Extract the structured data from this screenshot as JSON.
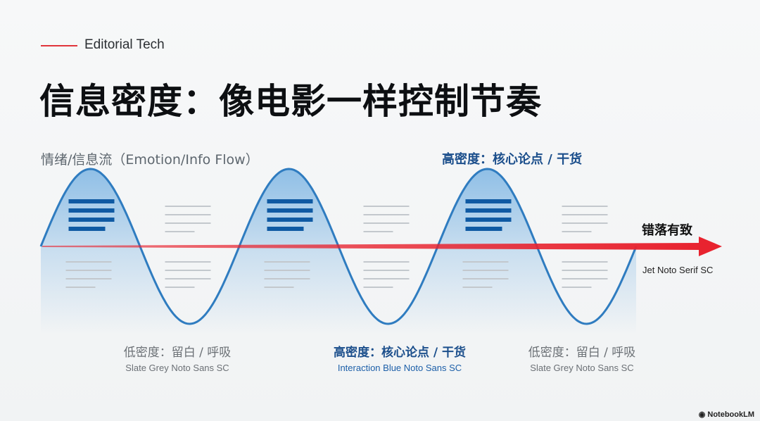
{
  "header": {
    "kicker": "Editorial Tech",
    "title": "信息密度：像电影一样控制节奏"
  },
  "diagram": {
    "y_axis_label": "情绪/信息流（Emotion/Info Flow）",
    "top_label": "高密度：核心论点 / 干货",
    "arrow_label": "错落有致",
    "arrow_sublabel": "Jet Noto Serif SC",
    "captions": [
      {
        "title": "低密度：留白 / 呼吸",
        "sub": "Slate Grey Noto Sans SC"
      },
      {
        "title": "高密度：核心论点 / 干货",
        "sub": "Interaction Blue Noto Sans SC"
      },
      {
        "title": "低密度：留白 / 呼吸",
        "sub": "Slate Grey Noto Sans SC"
      }
    ],
    "periods": 3,
    "colors": {
      "wave": "#2f7cc0",
      "dense": "#0f5aa3",
      "light": "#c3c8cd",
      "arrow": "#e8232f",
      "fill": "#7db5e3"
    }
  },
  "brand": "NotebookLM"
}
